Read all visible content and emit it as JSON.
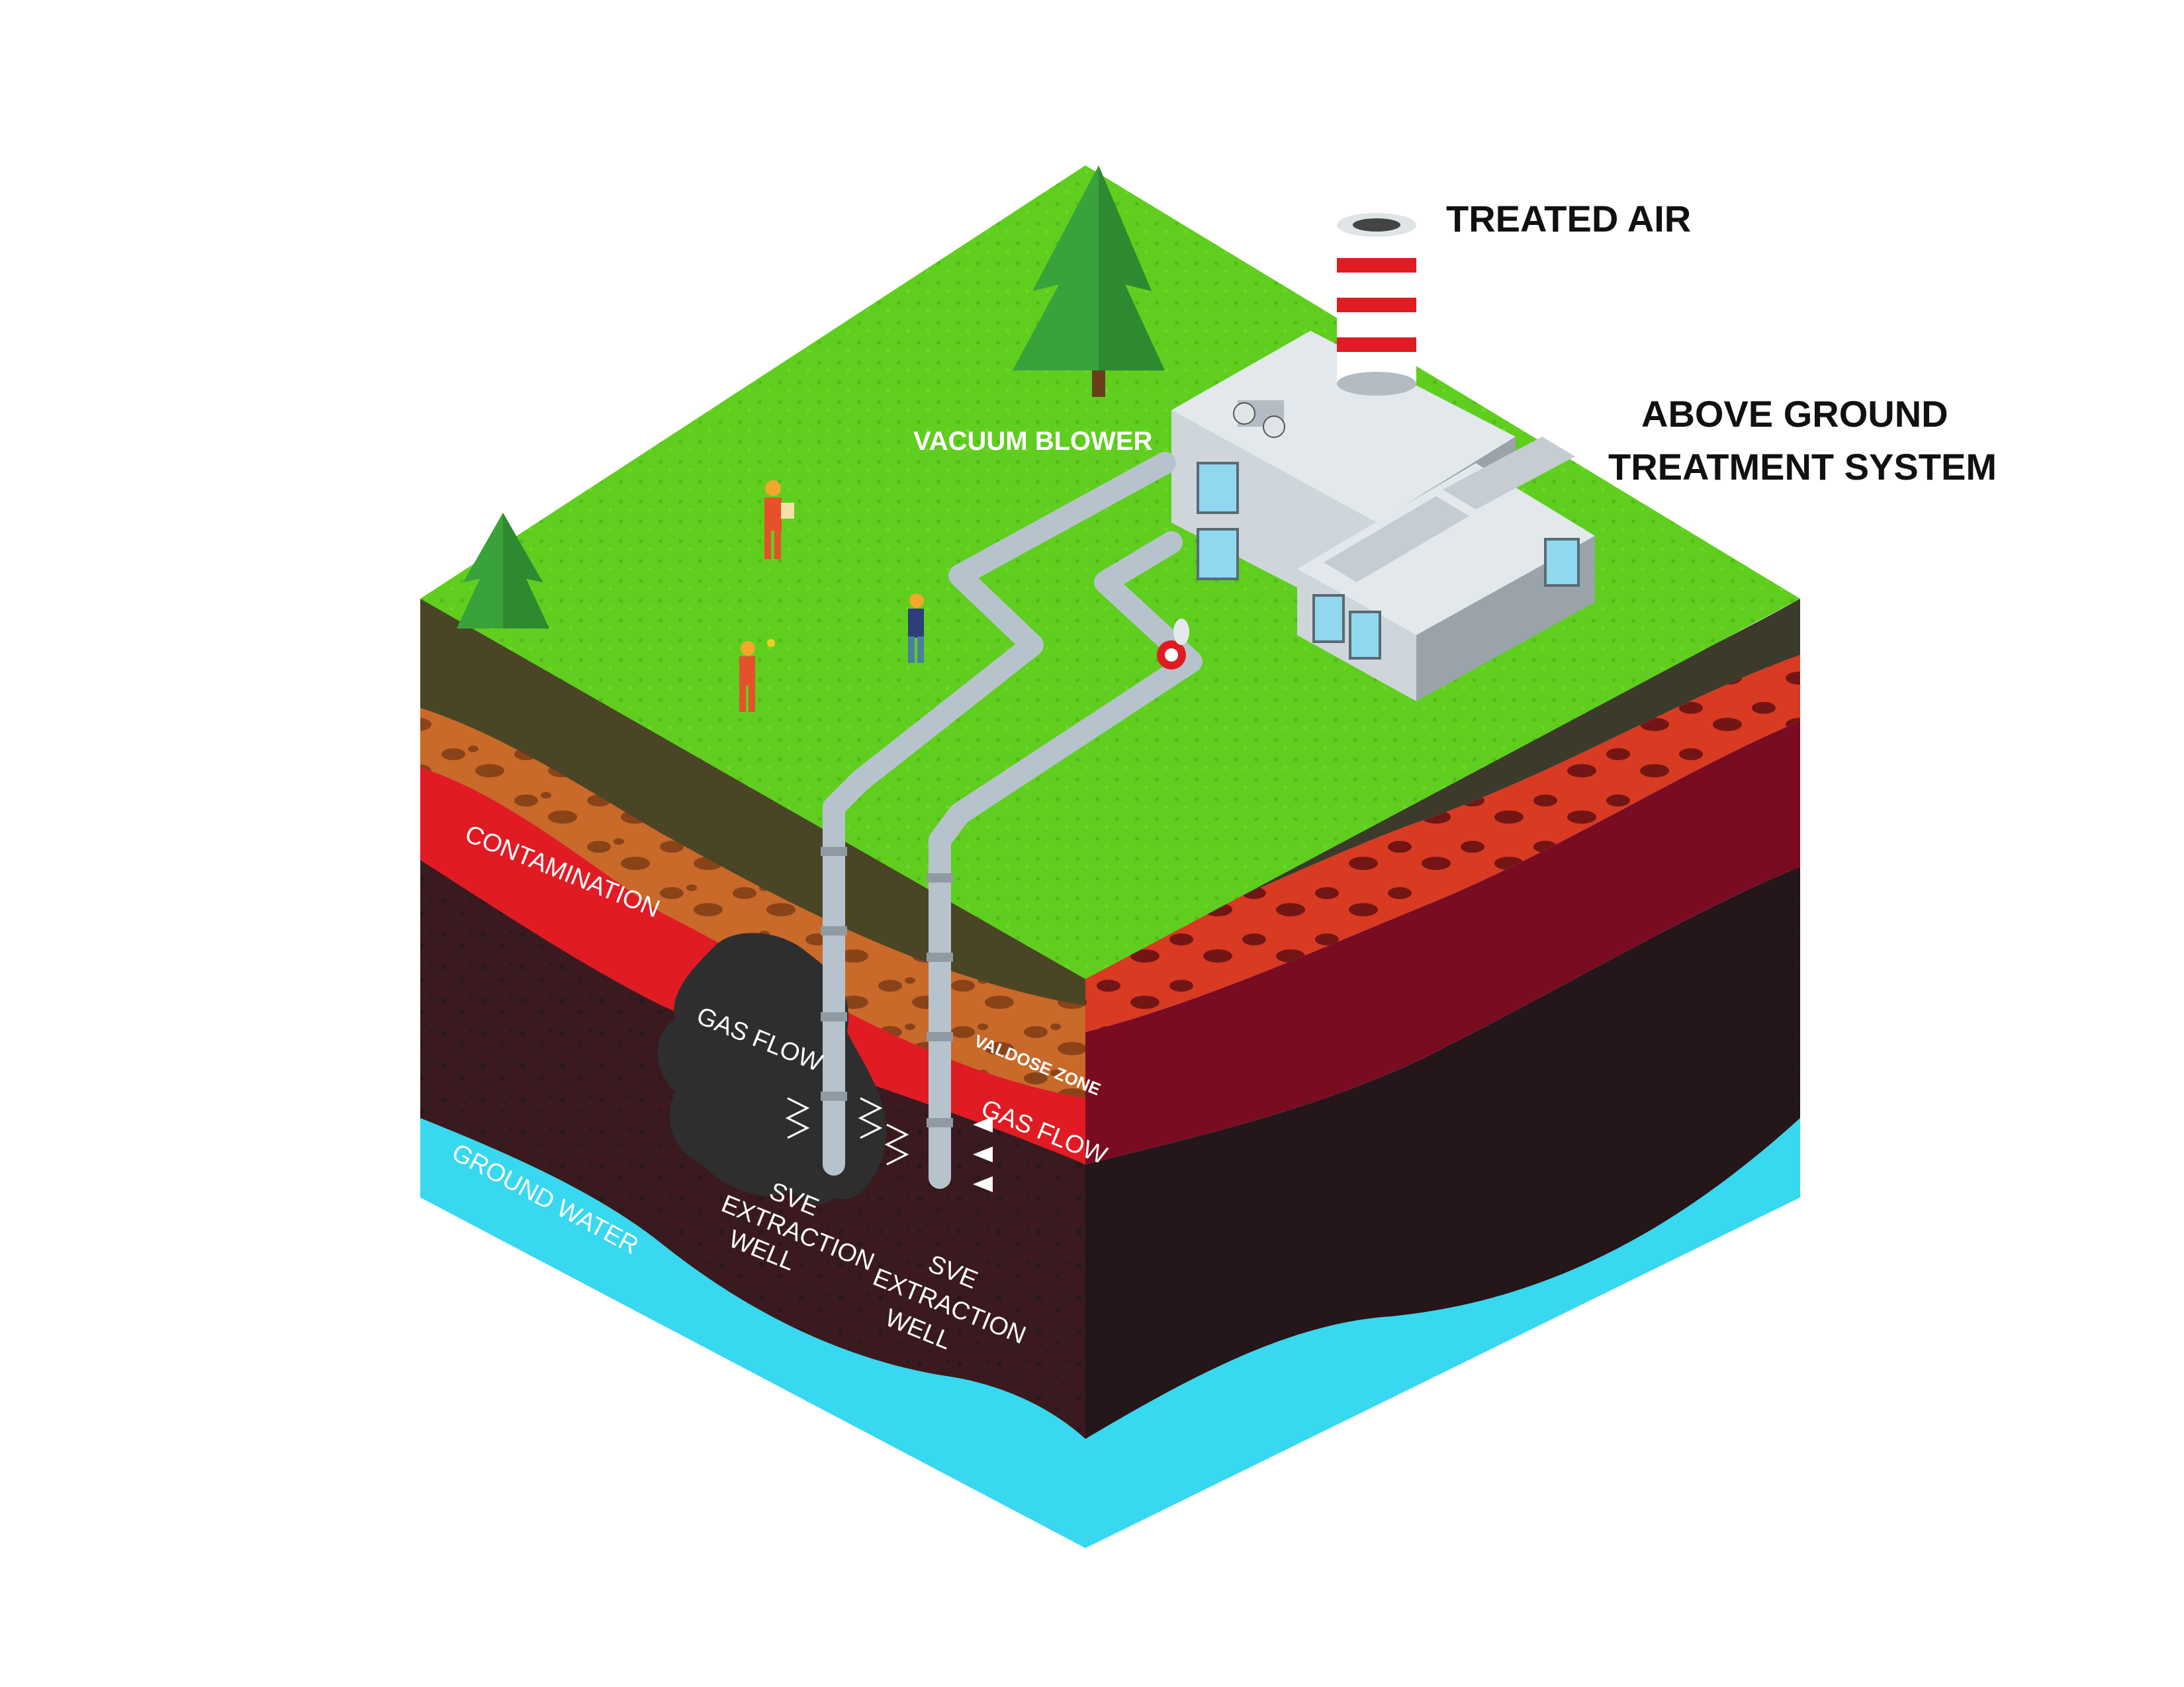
{
  "labels": {
    "treated_air": "TREATED AIR",
    "above_ground_line1": "ABOVE GROUND",
    "above_ground_line2": "TREATMENT SYSTEM",
    "vacuum_blower": "VACUUM BLOWER",
    "contamination": "CONTAMINATION",
    "gas_flow_plume": "GAS FLOW",
    "gas_flow_right": "GAS FLOW",
    "valdose_zone": "VALDOSE ZONE",
    "ground_water": "GROUND WATER",
    "well1_line1": "SVE",
    "well1_line2": "EXTRACTION",
    "well1_line3": "WELL",
    "well2_line1": "SVE",
    "well2_line2": "EXTRACTION",
    "well2_line3": "WELL"
  },
  "colors": {
    "grass": "#5fce1e",
    "topsoil": "#4a4525",
    "orange_layer": "#c9692a",
    "contamination_red": "#e01b24",
    "dark_red": "#7a0c22",
    "deep_soil": "#3a1a1e",
    "groundwater": "#37d8f0",
    "pipe": "#b7c3cc",
    "building": "#d6dde2",
    "tree": "#3aa23a"
  }
}
